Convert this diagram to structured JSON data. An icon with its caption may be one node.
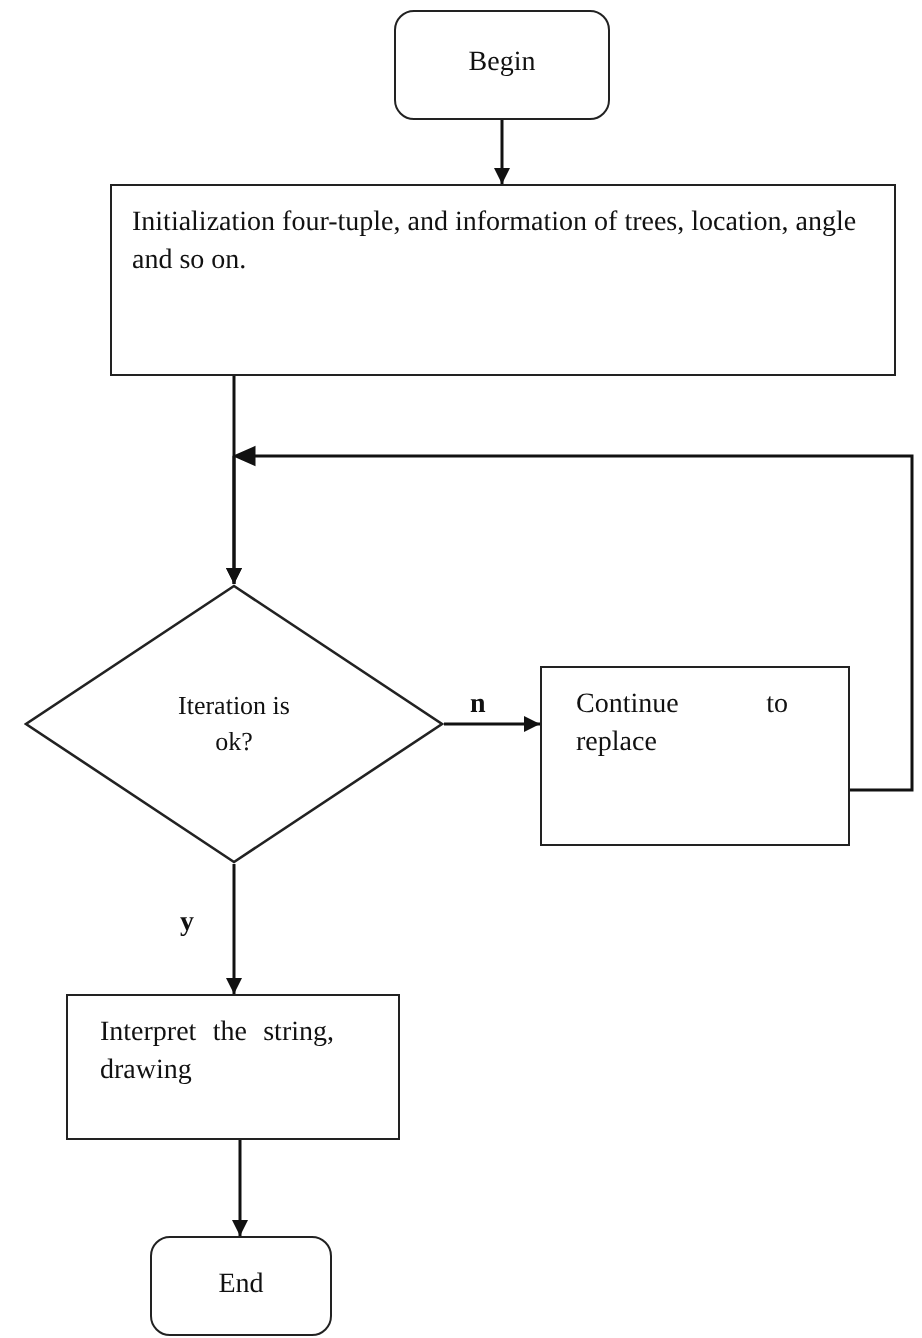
{
  "diagram": {
    "nodes": [
      {
        "text": [
          "Begin"
        ]
      },
      {
        "text": [
          "Initialization four-tuple, and information of trees, location, angle and so on."
        ]
      },
      {
        "text": [
          "Iteration is ok?"
        ]
      },
      {
        "text": [
          "Continue to replace"
        ]
      },
      {
        "text": [
          "Interpret the string, drawing"
        ]
      },
      {
        "text": [
          "End"
        ]
      }
    ],
    "edges": [
      {
        "from": 0,
        "to": 1,
        "arrow": "to"
      },
      {
        "from": 1,
        "to": 2,
        "arrow": "to"
      },
      {
        "from": 2,
        "to": 3,
        "arrow": "to",
        "label": "n"
      },
      {
        "from": 3,
        "to": 2,
        "arrow": "to"
      },
      {
        "from": 2,
        "to": 4,
        "arrow": "to",
        "label": "y"
      },
      {
        "from": 4,
        "to": 5,
        "arrow": "to"
      }
    ]
  }
}
